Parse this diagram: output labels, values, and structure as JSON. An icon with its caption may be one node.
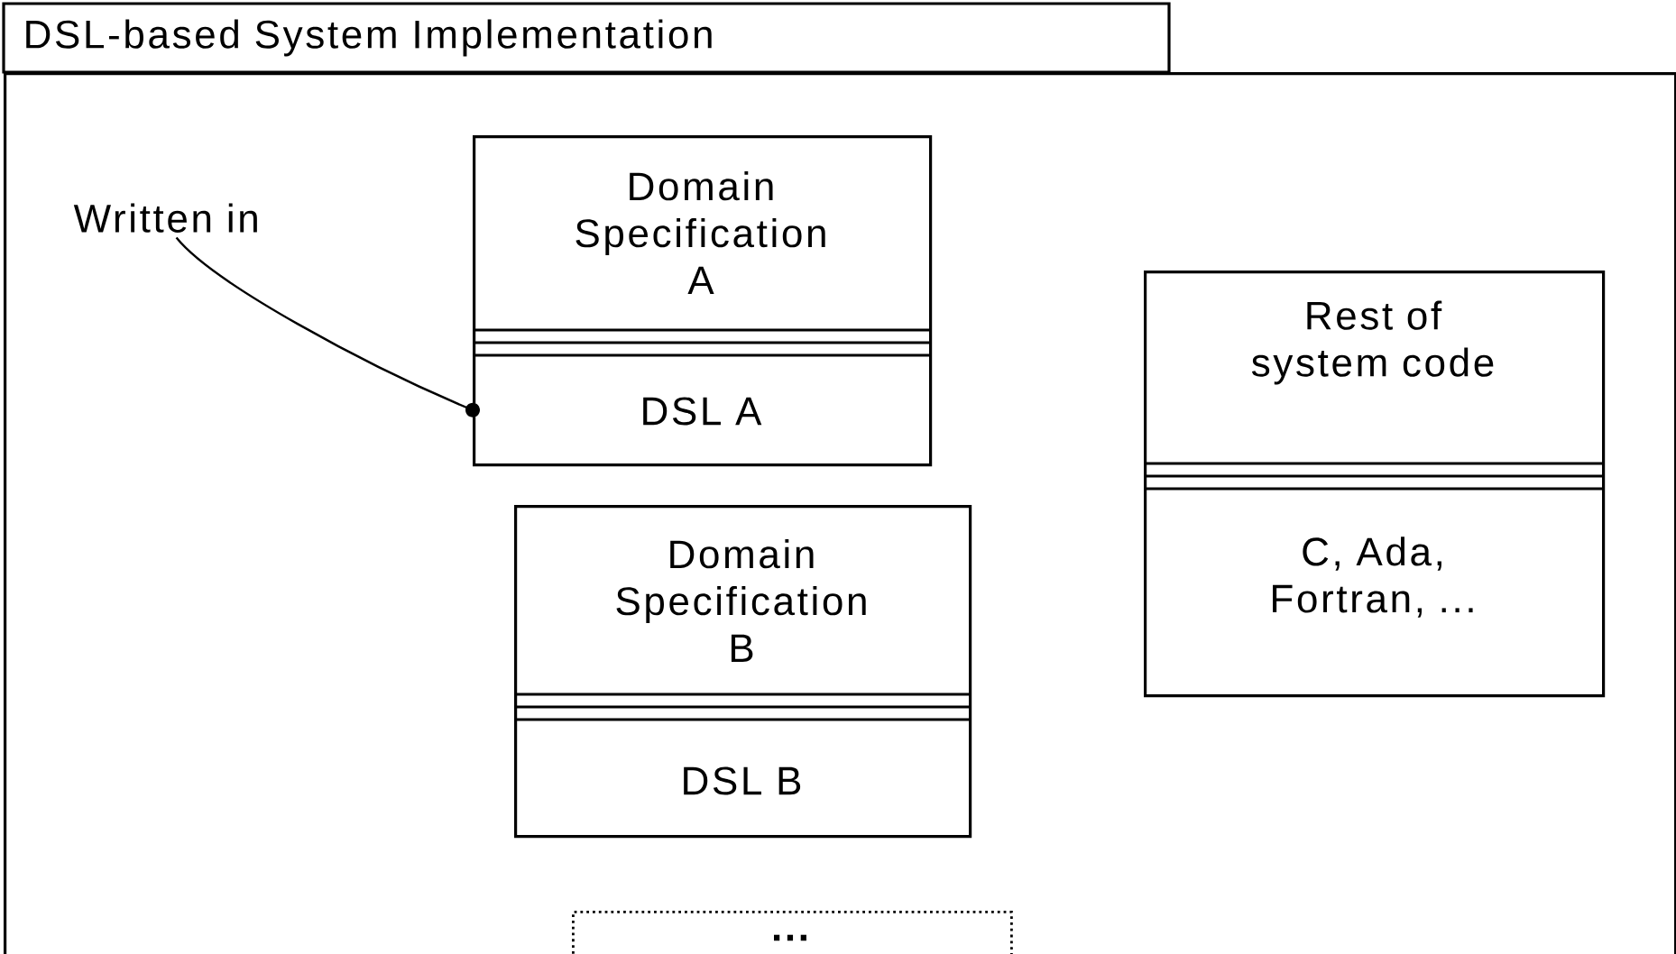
{
  "diagram": {
    "nodes": [
      {
        "text": [
          "DSL-based System Implementation"
        ]
      },
      {
        "text": [
          "Domain Specification A",
          "DSL A"
        ],
        "in": 0
      },
      {
        "text": [
          "Domain Specification B",
          "DSL B"
        ],
        "in": 0
      },
      {
        "text": [
          "Rest of system code",
          "C, Ada, Fortran, ..."
        ],
        "in": 0
      },
      {
        "text": [
          "..."
        ],
        "in": 0
      },
      {
        "text": [
          "Written in"
        ],
        "in": 0
      }
    ],
    "edges": [
      {
        "from": 5,
        "to": 1,
        "arrow": "other"
      }
    ]
  }
}
